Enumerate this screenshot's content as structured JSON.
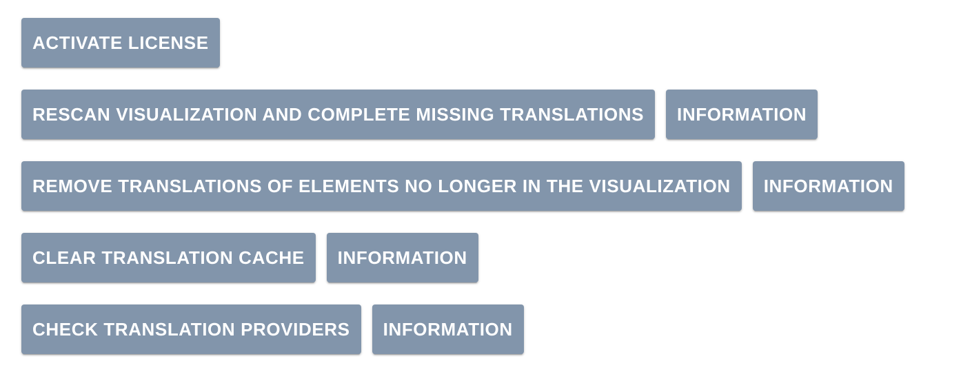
{
  "theme": {
    "button_bg": "#8295ab",
    "button_text": "#ffffff",
    "page_bg": "#ffffff"
  },
  "actions": {
    "activate_license": "ACTIVATE LICENSE",
    "rescan": "RESCAN VISUALIZATION AND COMPLETE MISSING TRANSLATIONS",
    "rescan_info": "INFORMATION",
    "remove_translations": "REMOVE TRANSLATIONS OF ELEMENTS NO LONGER IN THE VISUALIZATION",
    "remove_translations_info": "INFORMATION",
    "clear_cache": "CLEAR TRANSLATION CACHE",
    "clear_cache_info": "INFORMATION",
    "check_providers": "CHECK TRANSLATION PROVIDERS",
    "check_providers_info": "INFORMATION"
  }
}
